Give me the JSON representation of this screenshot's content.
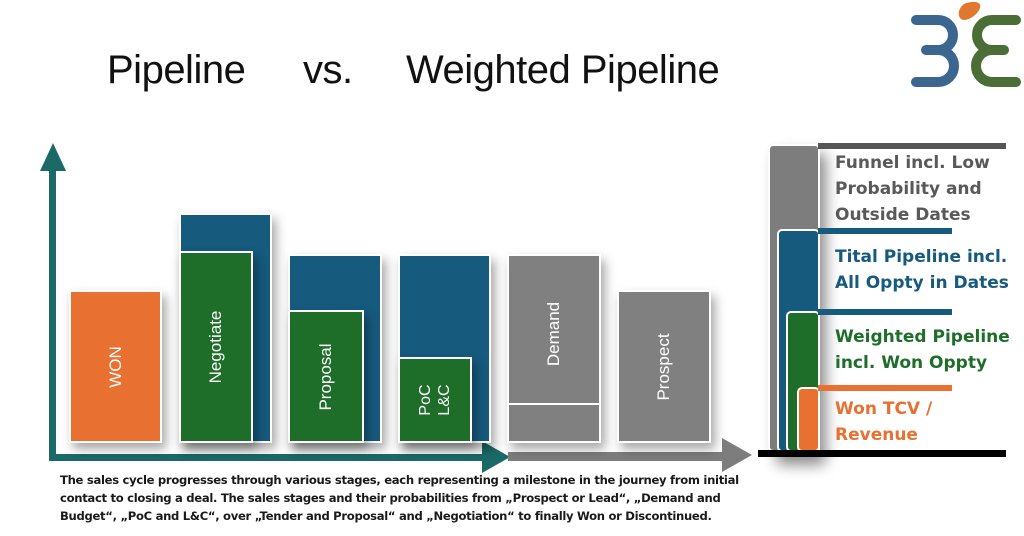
{
  "header": {
    "title_left": "Pipeline",
    "title_vs": "vs.",
    "title_right": "Weighted Pipeline",
    "logo": {
      "name": "3E-logo",
      "colors": {
        "three": "#3a6690",
        "e": "#4a6e35",
        "dot": "#e07830"
      }
    }
  },
  "colors": {
    "orange": "#e87030",
    "green": "#1e6e2a",
    "blue": "#165a7e",
    "gray": "#808080",
    "axis_teal": "#1b6a68",
    "axis_gray": "#7d7d7d",
    "dark_gray_line": "#555555"
  },
  "stages": [
    {
      "label": "WON",
      "type": "won"
    },
    {
      "label": "Negotiate",
      "type": "weighted"
    },
    {
      "label": "Proposal",
      "type": "weighted"
    },
    {
      "label": "PoC\nL&C",
      "label_line1": "PoC",
      "label_line2": "L&C",
      "type": "weighted"
    },
    {
      "label": "Demand",
      "type": "funnel"
    },
    {
      "label": "Prospect",
      "type": "funnel"
    }
  ],
  "legend": [
    {
      "key": "funnel",
      "text_lines": [
        "Funnel incl. Low",
        "Probability and",
        "Outside Dates"
      ],
      "color": "#555555"
    },
    {
      "key": "total",
      "text_lines": [
        "Tital Pipeline incl.",
        "All Oppty in Dates"
      ],
      "color": "#165a7e"
    },
    {
      "key": "weighted",
      "text_lines": [
        "Weighted Pipeline",
        "incl. Won Oppty"
      ],
      "color": "#1e6e2a"
    },
    {
      "key": "won",
      "text_lines": [
        "Won TCV /",
        "Revenue"
      ],
      "color": "#e87030"
    }
  ],
  "caption": "The sales cycle progresses through various stages, each representing a milestone in the journey from initial contact to closing a deal. The sales stages and their probabilities from „Prospect or Lead“, „Demand and Budget“, „PoC and L&C“, over „Tender and Proposal“ and „Negotiation“ to finally Won or Discontinued."
}
